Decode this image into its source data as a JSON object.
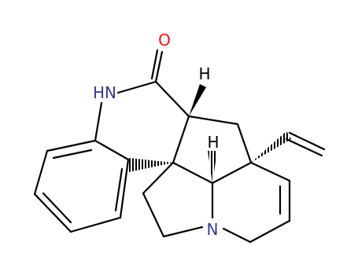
{
  "molecule": {
    "atoms": {
      "oxygen": "O",
      "nh": "HN",
      "nitrogen": "N",
      "h_top": "H",
      "h_center": "H"
    },
    "colors": {
      "oxygen": "#ff0d0d",
      "nitrogen": "#3a3a8c",
      "carbon": "#000000",
      "hydrogen": "#000000"
    }
  }
}
